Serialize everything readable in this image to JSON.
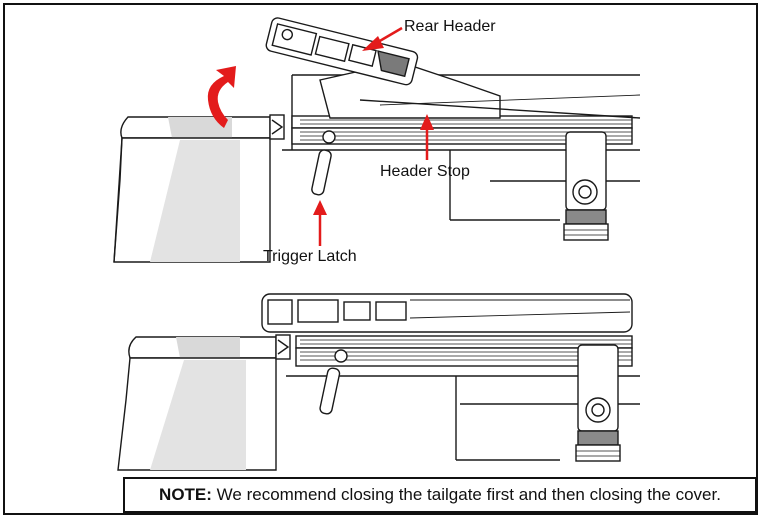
{
  "labels": {
    "rear_header": "Rear Header",
    "header_stop": "Header Stop",
    "trigger_latch": "Trigger Latch"
  },
  "note": {
    "prefix": "NOTE:",
    "text": " We recommend closing the tailgate first and then closing the cover."
  },
  "colors": {
    "line": "#1a1a1a",
    "arrow": "#e31b1b",
    "gray_fill": "#d9d9d9",
    "dark_fill": "#8a8a8a"
  }
}
